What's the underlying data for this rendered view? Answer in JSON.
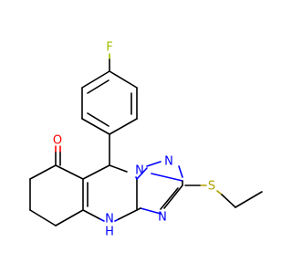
{
  "molecule": {
    "atoms": {
      "fluorine": "F",
      "carbonyl_oxygen": "O",
      "n1": "N",
      "n2": "N",
      "n3": "N",
      "amine": "N",
      "amine_h": "H",
      "sulfur": "S"
    },
    "colors": {
      "carbon": "#000000",
      "oxygen": "#ff0000",
      "nitrogen": "#0000ff",
      "sulfur": "#b0a000",
      "fluorine": "#a0c000"
    }
  }
}
